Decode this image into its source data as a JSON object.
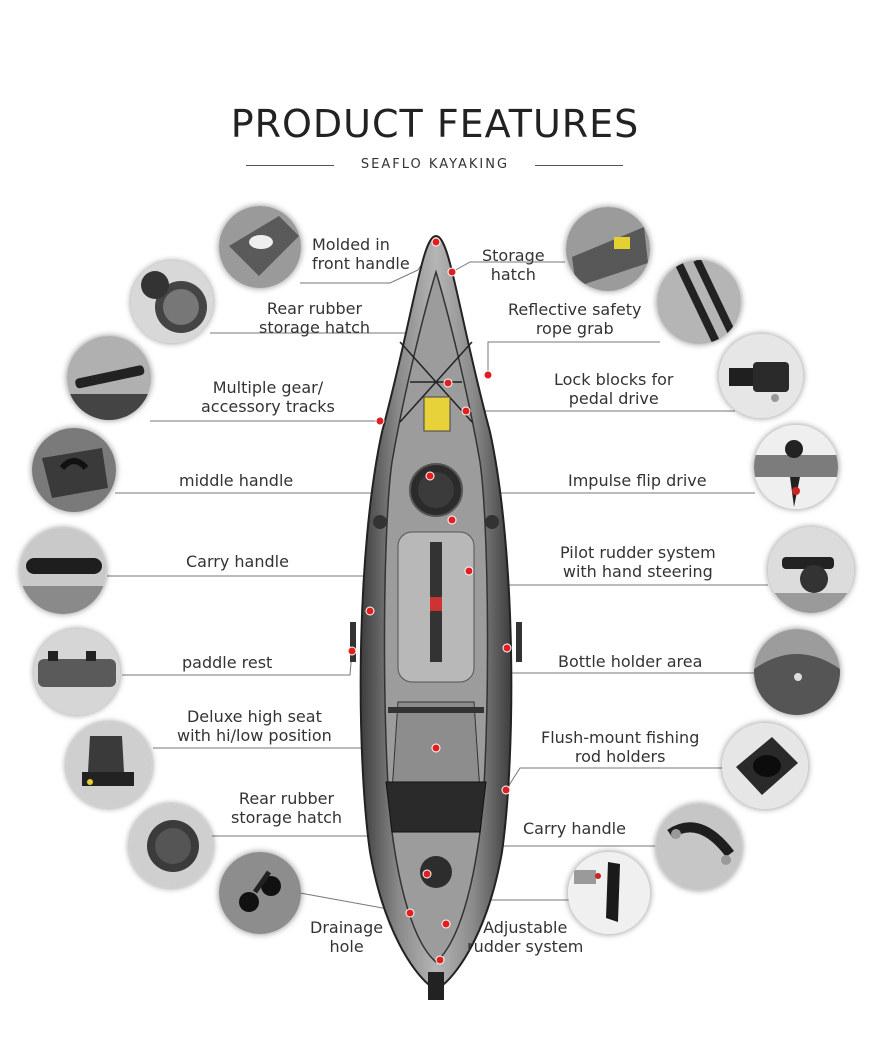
{
  "header": {
    "title": "PRODUCT FEATURES",
    "subtitle": "SEAFLO KAYAKING"
  },
  "features": [
    {
      "label": "Molded in\nfront handle",
      "icon": "front-handle"
    },
    {
      "label": "Storage\nhatch",
      "icon": "storage-hatch"
    },
    {
      "label": "Rear rubber\nstorage hatch",
      "icon": "rubber-hatch"
    },
    {
      "label": "Reflective safety\nrope grab",
      "icon": "rope-grab"
    },
    {
      "label": "Multiple gear/\naccessory tracks",
      "icon": "gear-track"
    },
    {
      "label": "Lock blocks for\npedal drive",
      "icon": "lock-block"
    },
    {
      "label": "middle handle",
      "icon": "middle-handle"
    },
    {
      "label": "Impulse flip drive",
      "icon": "flip-drive"
    },
    {
      "label": "Carry handle",
      "icon": "carry-handle"
    },
    {
      "label": "Pilot rudder system\nwith hand steering",
      "icon": "rudder-steering"
    },
    {
      "label": "paddle rest",
      "icon": "paddle-rest"
    },
    {
      "label": "Bottle holder area",
      "icon": "bottle-holder"
    },
    {
      "label": "Deluxe high seat\nwith hi/low position",
      "icon": "seat"
    },
    {
      "label": "Flush-mount fishing\nrod holders",
      "icon": "rod-holder"
    },
    {
      "label": "Rear rubber\nstorage hatch",
      "icon": "rubber-hatch"
    },
    {
      "label": "Carry handle",
      "icon": "carry-handle"
    },
    {
      "label": "Drainage\nhole",
      "icon": "drain-hole"
    },
    {
      "label": "Adjustable\nrudder system",
      "icon": "rudder"
    }
  ]
}
